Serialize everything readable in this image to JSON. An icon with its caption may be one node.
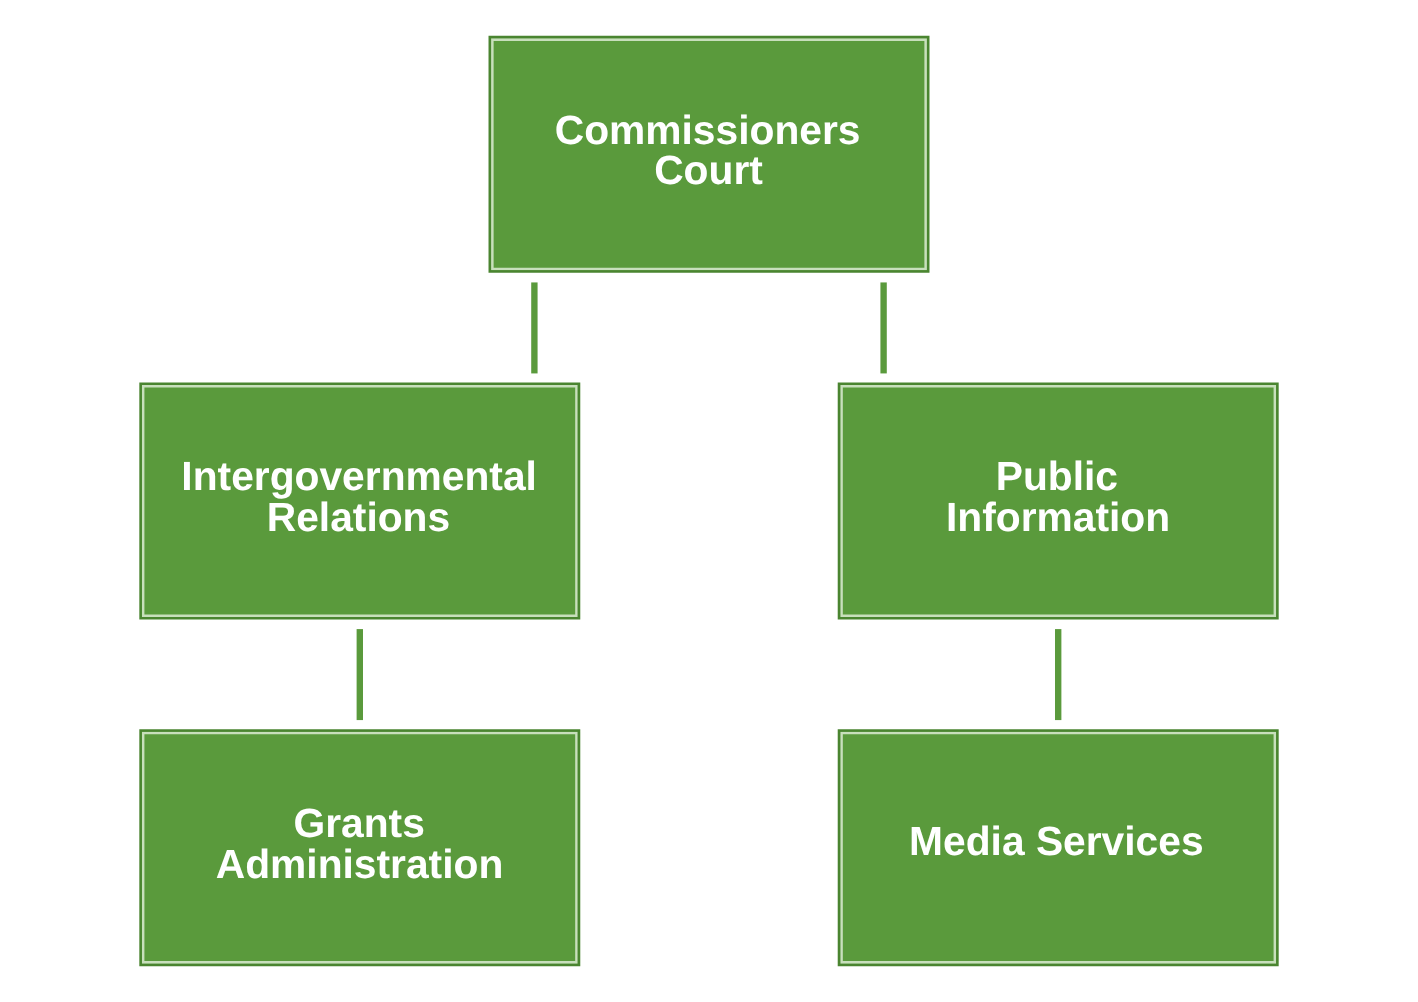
{
  "diagram": {
    "nodes": [
      {
        "text": [
          "Commissioners Court"
        ]
      },
      {
        "text": [
          "Intergovernmental Relations"
        ]
      },
      {
        "text": [
          "Public Information"
        ]
      },
      {
        "text": [
          "Grants Administration"
        ]
      },
      {
        "text": [
          "Media Services"
        ]
      }
    ],
    "edges": [
      {
        "from": 0,
        "to": 1,
        "arrow": "none"
      },
      {
        "from": 0,
        "to": 2,
        "arrow": "none"
      },
      {
        "from": 1,
        "to": 3,
        "arrow": "none"
      },
      {
        "from": 2,
        "to": 4,
        "arrow": "none"
      }
    ]
  }
}
